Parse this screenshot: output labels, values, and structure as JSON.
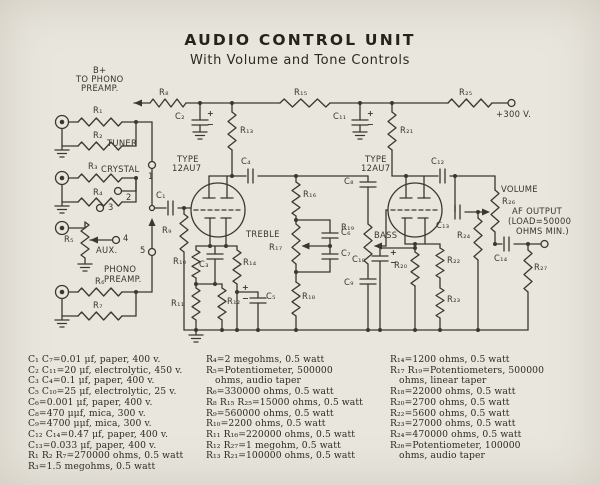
{
  "page": {
    "title": "AUDIO CONTROL UNIT",
    "subtitle": "With Volume and Tone Controls"
  },
  "schematic": {
    "labels": {
      "bplus": "B+",
      "bplus2": "TO PHONO",
      "bplus3": "PREAMP.",
      "plus300": "+300 V.",
      "tuner": "TUNER",
      "crystal": "CRYSTAL",
      "aux": "AUX.",
      "phono1": "PHONO",
      "phono2": "PREAMP.",
      "treble": "TREBLE",
      "bass": "BASS",
      "volume": "VOLUME",
      "af1": "AF OUTPUT",
      "af2": "(LOAD=50000",
      "af3": "OHMS MIN.)",
      "type1": "TYPE",
      "tube1": "12AU7",
      "type2": "TYPE",
      "tube2": "12AU7",
      "sw1": "1",
      "sw2": "2",
      "sw3": "3",
      "sw4": "4",
      "sw5": "5"
    },
    "marks": {
      "plus": "+",
      "minus": "−"
    },
    "refs": {
      "r1": "R₁",
      "r2": "R₂",
      "r3": "R₃",
      "r4": "R₄",
      "r5": "R₅",
      "r6": "R₆",
      "r7": "R₇",
      "r8": "R₈",
      "r9": "R₉",
      "r10": "R₁₀",
      "r11": "R₁₁",
      "r12": "R₁₂",
      "r13": "R₁₃",
      "r14": "R₁₄",
      "r15": "R₁₅",
      "r16": "R₁₆",
      "r17": "R₁₇",
      "r18": "R₁₈",
      "r19": "R₁₉",
      "r20": "R₂₀",
      "r21": "R₂₁",
      "r22": "R₂₂",
      "r23": "R₂₃",
      "r24": "R₂₄",
      "r25": "R₂₅",
      "r26": "R₂₆",
      "r27": "R₂₇",
      "c1": "C₁",
      "c2": "C₂",
      "c3": "C₃",
      "c4": "C₄",
      "c5": "C₅",
      "c6": "C₆",
      "c7": "C₇",
      "c8": "C₈",
      "c9": "C₉",
      "c10": "C₁₀",
      "c11": "C₁₁",
      "c12": "C₁₂",
      "c13": "C₁₃",
      "c14": "C₁₄"
    }
  },
  "parts_list": {
    "col1": [
      "C₁ C₇=0.01 μf, paper, 400 v.",
      "C₂ C₁₁=20 μf, electrolytic, 450 v.",
      "C₃ C₄=0.1 μf, paper, 400 v.",
      "C₅ C₁₀=25 μf, electrolytic, 25 v.",
      "C₆=0.001 μf, paper, 400 v.",
      "C₈=470 μμf, mica, 300 v.",
      "C₉=4700 μμf, mica, 300 v.",
      "C₁₂ C₁₄=0.47 μf, paper, 400 v.",
      "C₁₃=0.033 μf, paper, 400 v.",
      "R₁ R₂ R₇=270000 ohms, 0.5 watt",
      "R₃=1.5 megohms, 0.5 watt"
    ],
    "col2": [
      "R₄=2 megohms, 0.5 watt",
      "R₅=Potentiometer, 500000",
      "   ohms, audio taper",
      "R₆=330000 ohms, 0.5 watt",
      "R₈ R₁₅ R₂₅=15000 ohms, 0.5 watt",
      "R₉=560000 ohms, 0.5 watt",
      "R₁₀=2200 ohms, 0.5 watt",
      "R₁₁ R₁₆=220000 ohms, 0.5 watt",
      "R₁₂ R₂₇=1 megohm, 0.5 watt",
      "R₁₃ R₂₁=100000 ohms, 0.5 watt"
    ],
    "col3": [
      "R₁₄=1200 ohms, 0.5 watt",
      "R₁₇ R₁₉=Potentiometers, 500000",
      "   ohms, linear taper",
      "R₁₈=22000 ohms, 0.5 watt",
      "R₂₀=2700 ohms, 0.5 watt",
      "R₂₂=5600 ohms, 0.5 watt",
      "R₂₃=27000 ohms, 0.5 watt",
      "R₂₄=470000 ohms, 0.5 watt",
      "R₂₆=Potentiometer, 100000",
      "   ohms, audio taper"
    ]
  }
}
